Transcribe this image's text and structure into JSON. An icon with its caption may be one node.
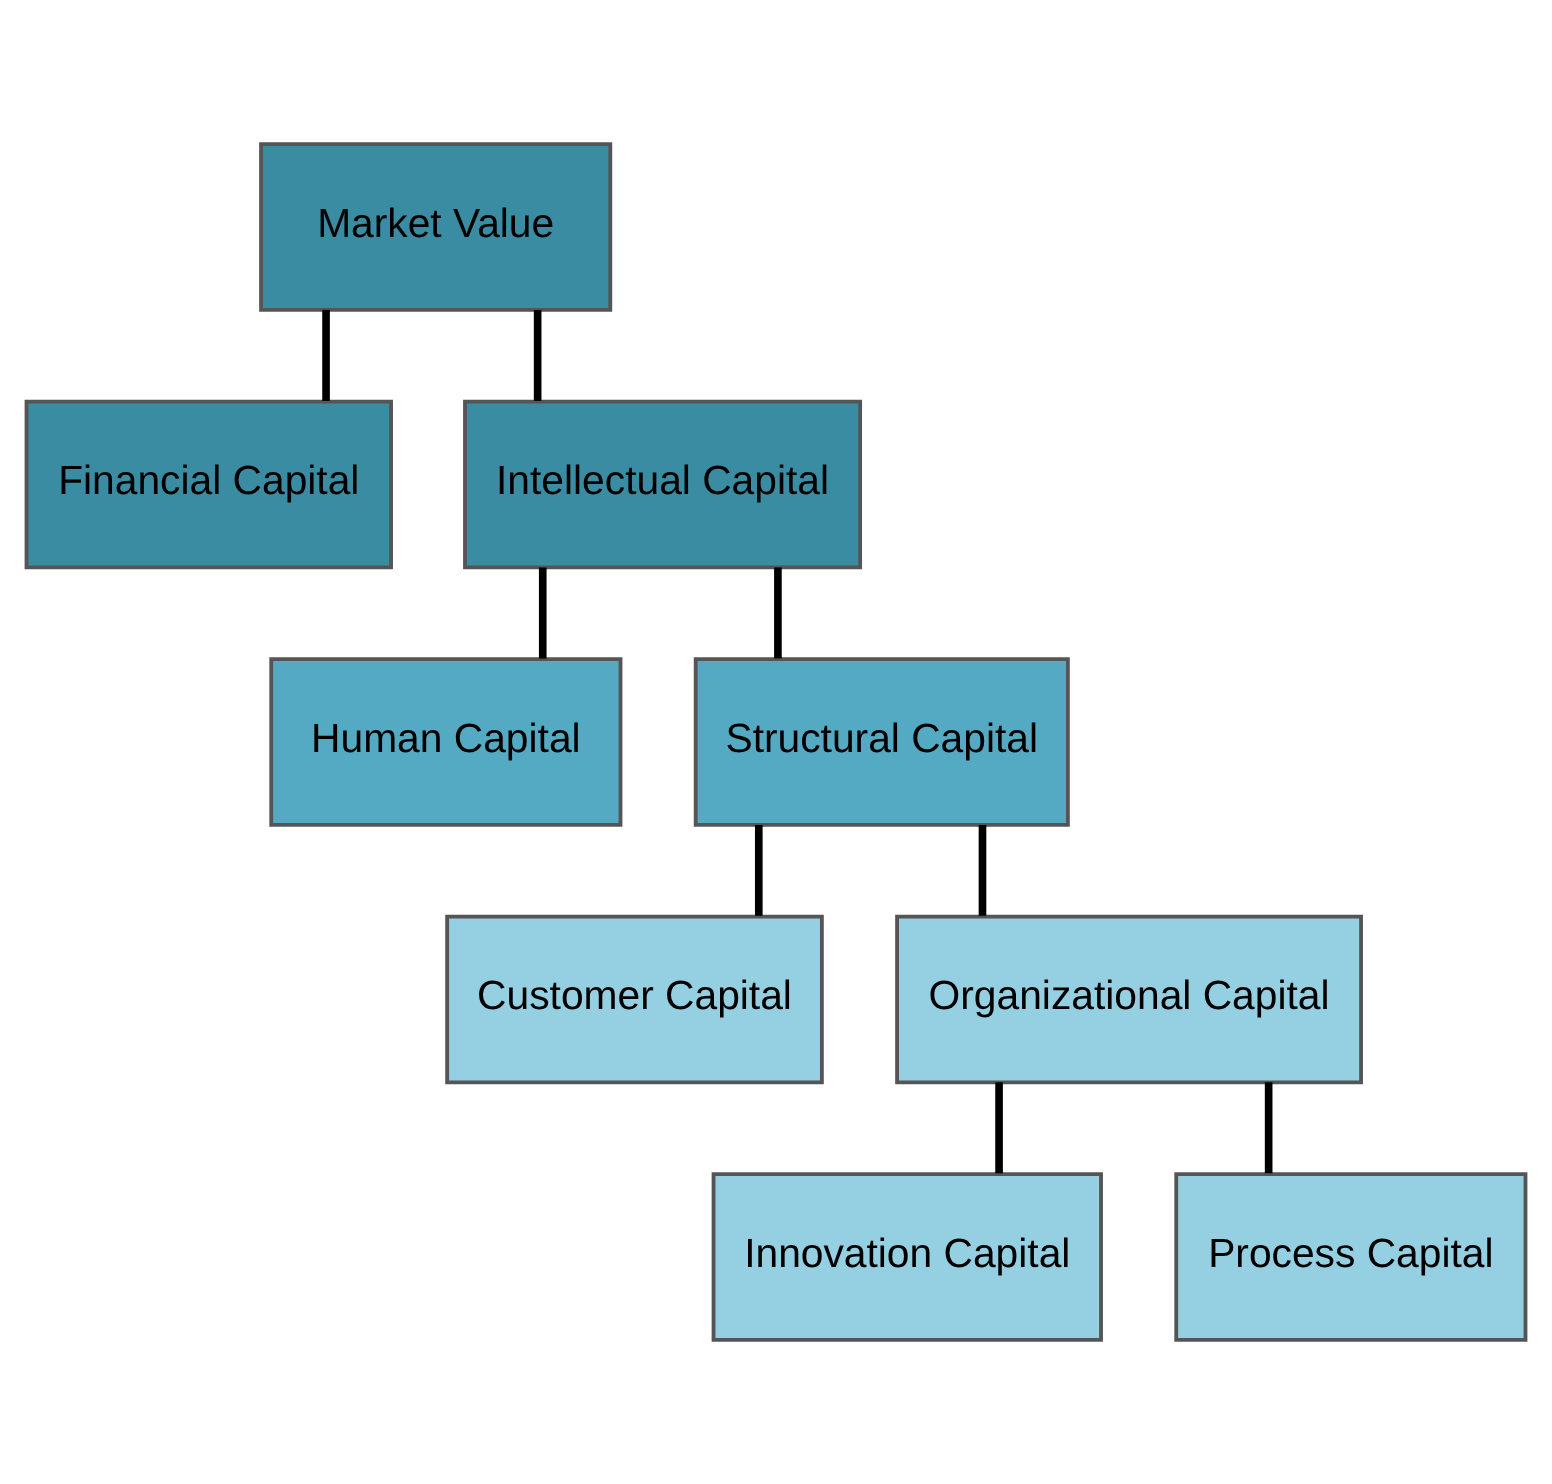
{
  "diagram": {
    "nodes": [
      {
        "text": [
          "Market Value"
        ]
      },
      {
        "text": [
          "Financial Capital"
        ]
      },
      {
        "text": [
          "Intellectual Capital"
        ]
      },
      {
        "text": [
          "Human Capital"
        ]
      },
      {
        "text": [
          "Structural Capital"
        ]
      },
      {
        "text": [
          "Customer Capital"
        ]
      },
      {
        "text": [
          "Organizational Capital"
        ]
      },
      {
        "text": [
          "Innovation Capital"
        ]
      },
      {
        "text": [
          "Process Capital"
        ]
      }
    ],
    "edges": [
      {
        "from": 0,
        "to": 1,
        "arrow": "none"
      },
      {
        "from": 0,
        "to": 2,
        "arrow": "none"
      },
      {
        "from": 2,
        "to": 3,
        "arrow": "none"
      },
      {
        "from": 2,
        "to": 4,
        "arrow": "none"
      },
      {
        "from": 4,
        "to": 5,
        "arrow": "none"
      },
      {
        "from": 4,
        "to": 6,
        "arrow": "none"
      },
      {
        "from": 6,
        "to": 7,
        "arrow": "none"
      },
      {
        "from": 6,
        "to": 8,
        "arrow": "none"
      }
    ]
  }
}
